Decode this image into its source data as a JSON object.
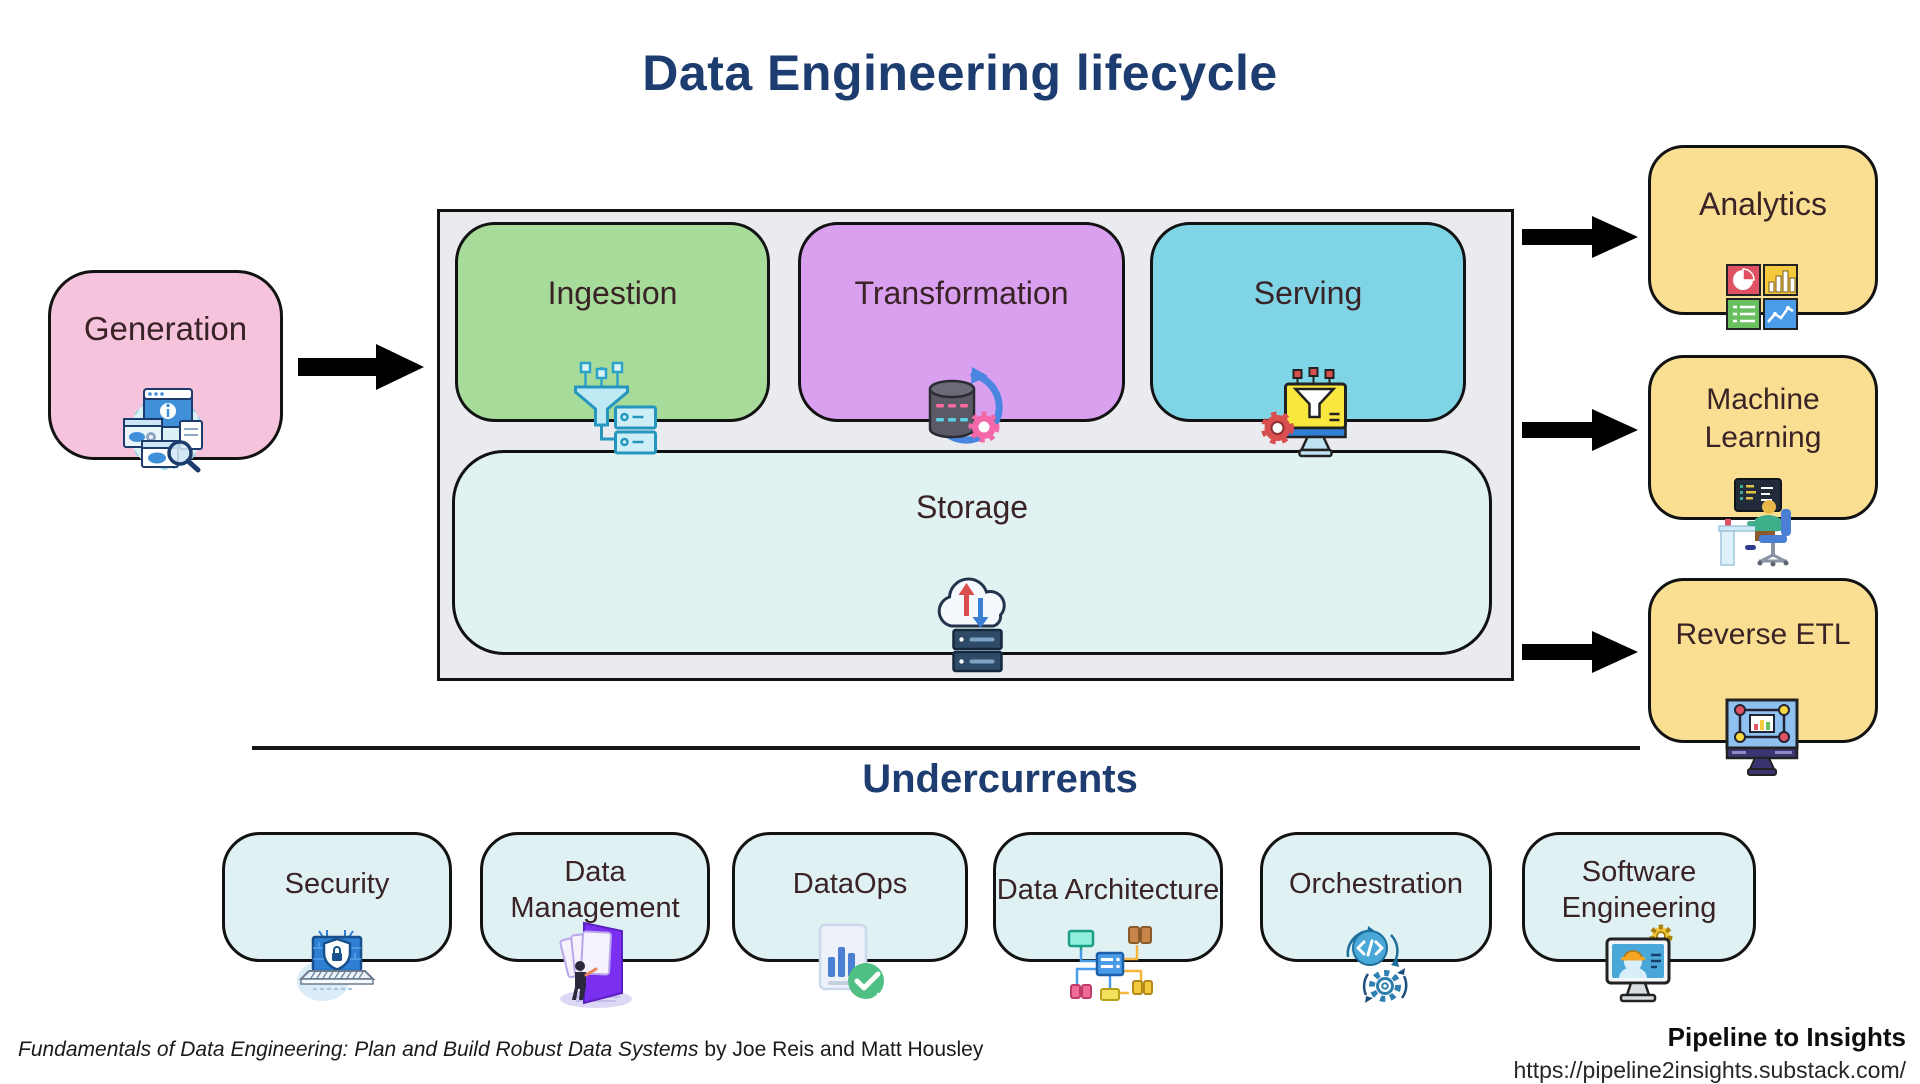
{
  "title": "Data Engineering lifecycle",
  "colors": {
    "heading_navy": "#1d3c6f",
    "generation_pink": "#f6c3dd",
    "container_gray": "#e9ebee",
    "ingestion_green": "#a6db9a",
    "transformation_purple": "#d9a0ef",
    "serving_cyan": "#7fd5e6",
    "storage_mint": "#e0f2f1",
    "output_yellow": "#fadf92",
    "undercurrent_mint": "#dff1f2",
    "arrow_black": "#000000"
  },
  "lifecycle": {
    "generation": {
      "label": "Generation",
      "icon": "data-sources-icon"
    },
    "stages": [
      {
        "label": "Ingestion",
        "icon": "funnel-server-icon"
      },
      {
        "label": "Transformation",
        "icon": "database-gear-icon"
      },
      {
        "label": "Serving",
        "icon": "monitor-funnel-icon"
      }
    ],
    "storage": {
      "label": "Storage",
      "icon": "cloud-server-icon"
    }
  },
  "outputs": [
    {
      "label": "Analytics",
      "icon": "charts-grid-icon"
    },
    {
      "label": "Machine Learning",
      "icon": "ml-workstation-icon"
    },
    {
      "label": "Reverse ETL",
      "icon": "node-graph-monitor-icon"
    }
  ],
  "undercurrents": {
    "heading": "Undercurrents",
    "items": [
      {
        "label": "Security",
        "icon": "laptop-shield-lock-icon"
      },
      {
        "label": "Data Management",
        "icon": "file-cabinet-icon"
      },
      {
        "label": "DataOps",
        "icon": "report-check-icon"
      },
      {
        "label": "Data Architecture",
        "icon": "network-nodes-icon"
      },
      {
        "label": "Orchestration",
        "icon": "code-gear-cycle-icon"
      },
      {
        "label": "Software Engineering",
        "icon": "engineer-monitor-icon"
      }
    ]
  },
  "footer": {
    "book_title": "Fundamentals of Data Engineering: Plan and Build Robust Data Systems",
    "book_authors": " by Joe Reis and Matt Housley",
    "brand": "Pipeline to Insights",
    "url": "https://pipeline2insights.substack.com/"
  }
}
